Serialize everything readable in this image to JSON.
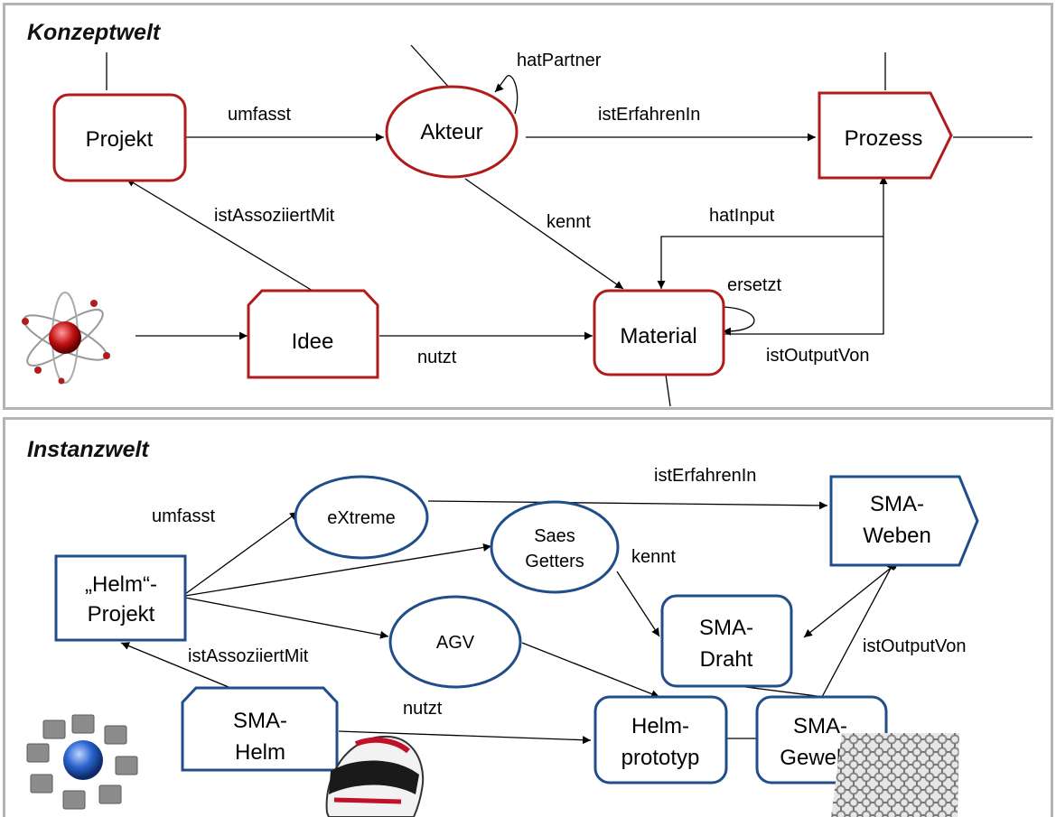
{
  "sections": {
    "konzept_title": "Konzeptwelt",
    "instanz_title": "Instanzwelt"
  },
  "konzept": {
    "nodes": {
      "projekt": "Projekt",
      "akteur": "Akteur",
      "prozess": "Prozess",
      "idee": "Idee",
      "material": "Material"
    },
    "edges": {
      "umfasst": "umfasst",
      "hatPartner": "hatPartner",
      "istErfahrenIn": "istErfahrenIn",
      "istAssoziiertMit": "istAssoziiertMit",
      "kennt": "kennt",
      "hatInput": "hatInput",
      "ersetzt": "ersetzt",
      "nutzt": "nutzt",
      "istOutputVon": "istOutputVon"
    },
    "icon": "atom-icon"
  },
  "instanz": {
    "nodes": {
      "helm_projekt_1": "„Helm“-",
      "helm_projekt_2": "Projekt",
      "extreme": "eXtreme",
      "saes_1": "Saes",
      "saes_2": "Getters",
      "agv": "AGV",
      "sma_weben_1": "SMA-",
      "sma_weben_2": "Weben",
      "sma_draht_1": "SMA-",
      "sma_draht_2": "Draht",
      "sma_helm_1": "SMA-",
      "sma_helm_2": "Helm",
      "helmprototyp_1": "Helm-",
      "helmprototyp_2": "prototyp",
      "sma_gewebe_1": "SMA-",
      "sma_gewebe_2": "Gewebe"
    },
    "edges": {
      "umfasst": "umfasst",
      "istErfahrenIn": "istErfahrenIn",
      "kennt": "kennt",
      "istAssoziiertMit": "istAssoziiertMit",
      "nutzt": "nutzt",
      "istOutputVon": "istOutputVon"
    },
    "icons": [
      "cubes-network-icon",
      "helmet-icon",
      "mesh-fabric-icon"
    ]
  },
  "colors": {
    "konzept_stroke": "#b01c1c",
    "instanz_stroke": "#1f4e8a",
    "panel_border": "#b4b4b4"
  }
}
